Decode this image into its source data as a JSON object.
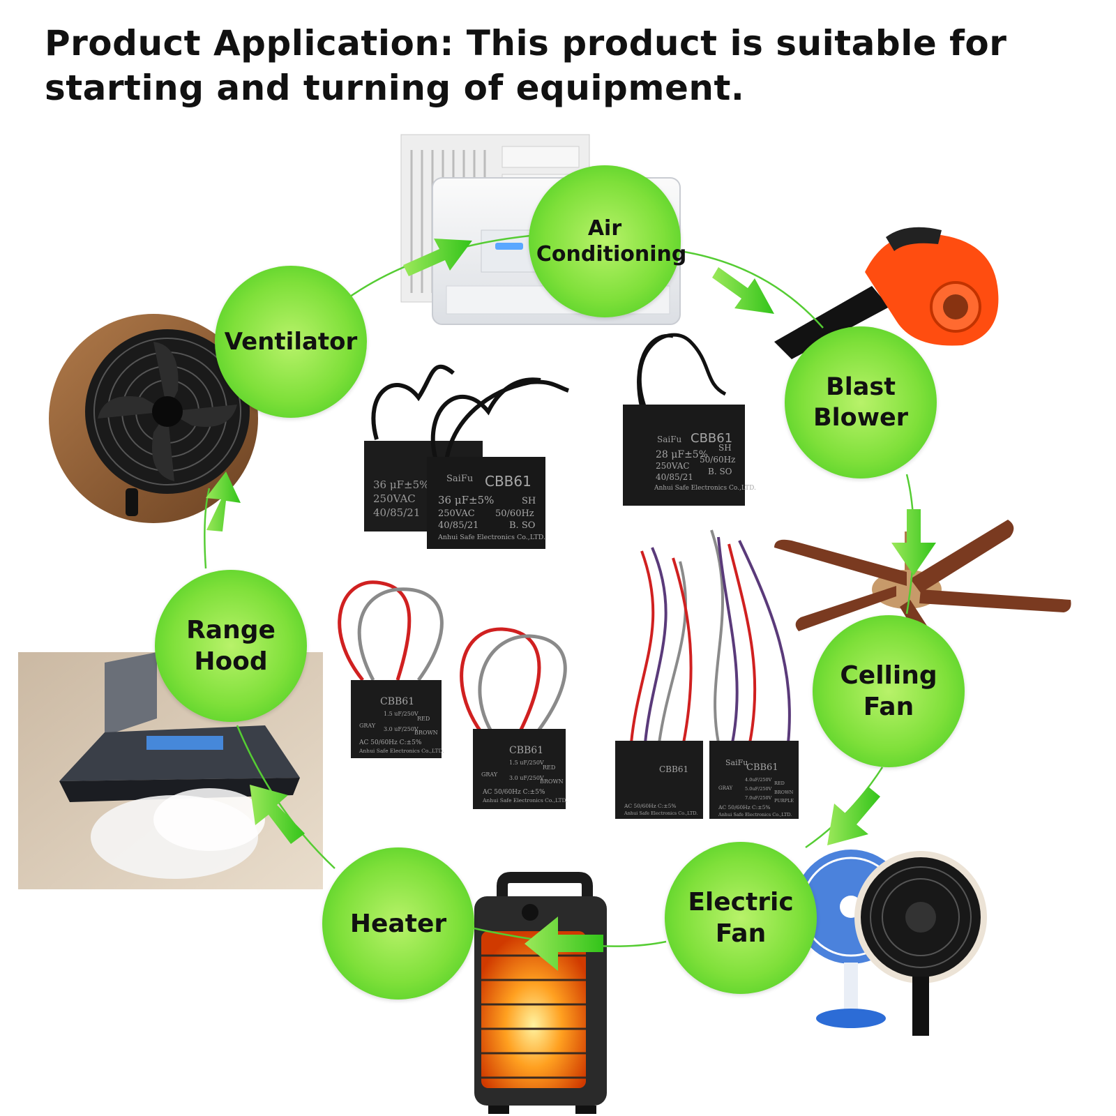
{
  "headline": "Product Application: This product is suitable for starting and turning of equipment.",
  "colors": {
    "node_light": "#b8f26a",
    "node_mid": "#7fe03a",
    "node_dark": "#3cc81e",
    "arrow": "#44cc22",
    "line": "#55cc33"
  },
  "nodes": {
    "air_conditioning": "Air\nConditioning",
    "blast_blower": "Blast\nBlower",
    "ceiling_fan": "Celling\nFan",
    "electric_fan": "Electric\nFan",
    "heater": "Heater",
    "range_hood": "Range\nHood",
    "ventilator": "Ventilator"
  },
  "capacitors": {
    "brand": "SaiFu",
    "model": "CBB61",
    "cap_36": "36 μF±5%",
    "cap_28": "28 μF±5%",
    "voltage": "250VAC",
    "freq": "50/60Hz",
    "class": "40/85/21",
    "sh": "SH",
    "bso": "B. SO",
    "maker": "Anhui Safe Electronics Co.,LTD.",
    "red": "RED",
    "brown": "BROWN",
    "purple": "PURPLE",
    "gray": "GRAY",
    "cap_15": "1.5 uF/250V",
    "cap_30": "3.0 uF/250V",
    "cap_40": "4.0uF/250V",
    "cap_50": "5.0uF/250V",
    "cap_70": "7.0uF/250V",
    "ac_line": "AC 50/60Hz C:±5%"
  }
}
